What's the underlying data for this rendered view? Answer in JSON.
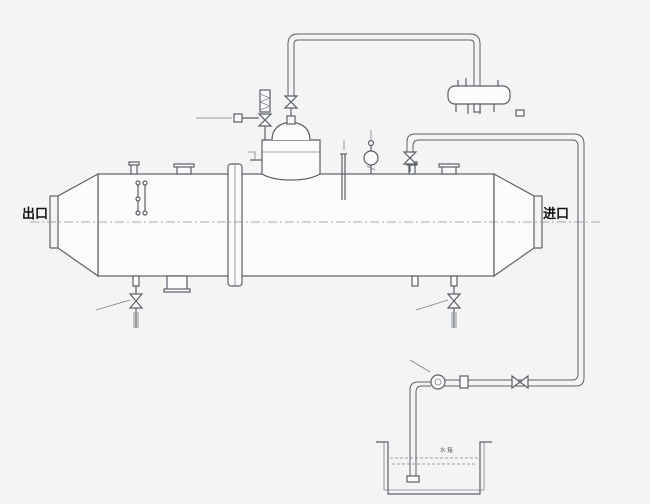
{
  "labels": {
    "outlet": "出口",
    "inlet": "进口",
    "tank": "水 箱"
  }
}
